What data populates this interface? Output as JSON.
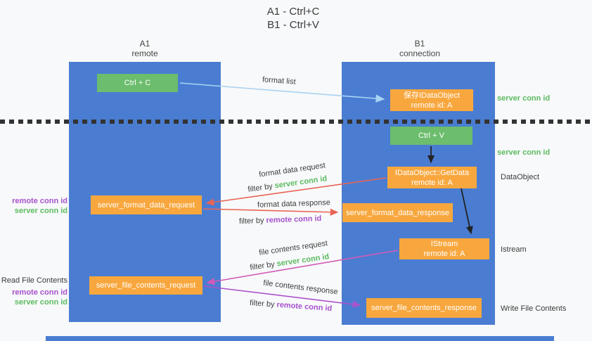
{
  "title": {
    "line1": "A1 - Ctrl+C",
    "line2": "B1 - Ctrl+V"
  },
  "lanes": {
    "a1": {
      "name": "A1",
      "role": "remote"
    },
    "b1": {
      "name": "B1",
      "role": "connection"
    }
  },
  "nodes": {
    "ctrl_c": {
      "label": "Ctrl + C"
    },
    "save_idataobject": {
      "line1": "保存IDataObject",
      "line2": "remote id: A"
    },
    "ctrl_v": {
      "label": "Ctrl + V"
    },
    "getdata": {
      "line1": "IDataObject::GetData",
      "line2": "remote id: A"
    },
    "istream": {
      "line1": "IStream",
      "line2": "remote id: A"
    },
    "format_request": {
      "label": "server_format_data_request"
    },
    "format_response": {
      "label": "server_format_data_response"
    },
    "file_request": {
      "label": "server_file_contents_request"
    },
    "file_response": {
      "label": "server_file_contents_response"
    }
  },
  "arrow_labels": {
    "format_list": "format list",
    "format_data_request": "format data request",
    "format_data_response": "format data response",
    "file_contents_request": "file contents request",
    "file_contents_response": "file contents response",
    "filter_by": "filter by",
    "server_conn_id": "server conn id",
    "remote_conn_id": "remote conn id"
  },
  "side_labels": {
    "server_conn_id_top": "server conn id",
    "server_conn_id_mid": "server conn id",
    "dataobject": "DataObject",
    "istream": "Istream",
    "write_file_contents": "Write File Contents",
    "read_file_contents": "Read File Contents",
    "remote_conn_id_1": "remote conn id",
    "server_conn_id_1": "server conn id",
    "remote_conn_id_2": "remote conn id",
    "server_conn_id_2": "server conn id"
  },
  "colors": {
    "lane_blue": "#4a7dd2",
    "node_orange": "#f8a73e",
    "node_green": "#6cbd6d",
    "green_text": "#5bbb60",
    "purple_text": "#a751cc",
    "red_arrow": "#e96456",
    "pink_arrow": "#d15ab8",
    "violet_arrow": "#ab53cd",
    "light_blue_arrow": "#a8d3f2",
    "black_arrow": "#222222",
    "divider": "#333333"
  }
}
